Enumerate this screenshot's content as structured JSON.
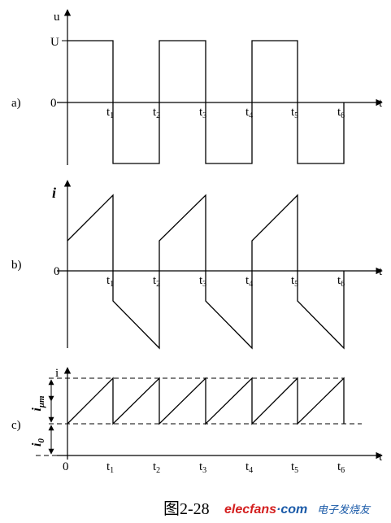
{
  "panels": [
    {
      "id": "a",
      "panel_label": "a)",
      "y_axis_label": "u",
      "level_label": "U",
      "zero_label": "0",
      "x_axis_label": "t",
      "ticks": [
        {
          "base": "t",
          "sub": "1"
        },
        {
          "base": "t",
          "sub": "2"
        },
        {
          "base": "t",
          "sub": "3"
        },
        {
          "base": "t",
          "sub": "4"
        },
        {
          "base": "t",
          "sub": "5"
        },
        {
          "base": "t",
          "sub": "6"
        }
      ]
    },
    {
      "id": "b",
      "panel_label": "b)",
      "y_axis_label": "i",
      "zero_label": "0",
      "x_axis_label": "t",
      "ticks": [
        {
          "base": "t",
          "sub": "1"
        },
        {
          "base": "t",
          "sub": "2"
        },
        {
          "base": "t",
          "sub": "3"
        },
        {
          "base": "t",
          "sub": "4"
        },
        {
          "base": "t",
          "sub": "5"
        },
        {
          "base": "t",
          "sub": "6"
        }
      ]
    },
    {
      "id": "c",
      "panel_label": "c)",
      "y_axis_label": "i",
      "zero_label": "0",
      "x_axis_label": "t",
      "dim_upper": {
        "base": "i",
        "sub": "μm"
      },
      "dim_lower": {
        "base": "i",
        "sub": "0"
      },
      "ticks": [
        {
          "base": "t",
          "sub": "1"
        },
        {
          "base": "t",
          "sub": "2"
        },
        {
          "base": "t",
          "sub": "3"
        },
        {
          "base": "t",
          "sub": "4"
        },
        {
          "base": "t",
          "sub": "5"
        },
        {
          "base": "t",
          "sub": "6"
        }
      ]
    }
  ],
  "caption": {
    "figure_label": "图2-28",
    "brand_text": "elecfans",
    "brand_dot": "·",
    "brand_suffix": "com",
    "brand_cn": "电子发烧友"
  },
  "colors": {
    "ink": "#000000",
    "brand_red": "#d42020",
    "brand_blue": "#1a5aa8"
  }
}
